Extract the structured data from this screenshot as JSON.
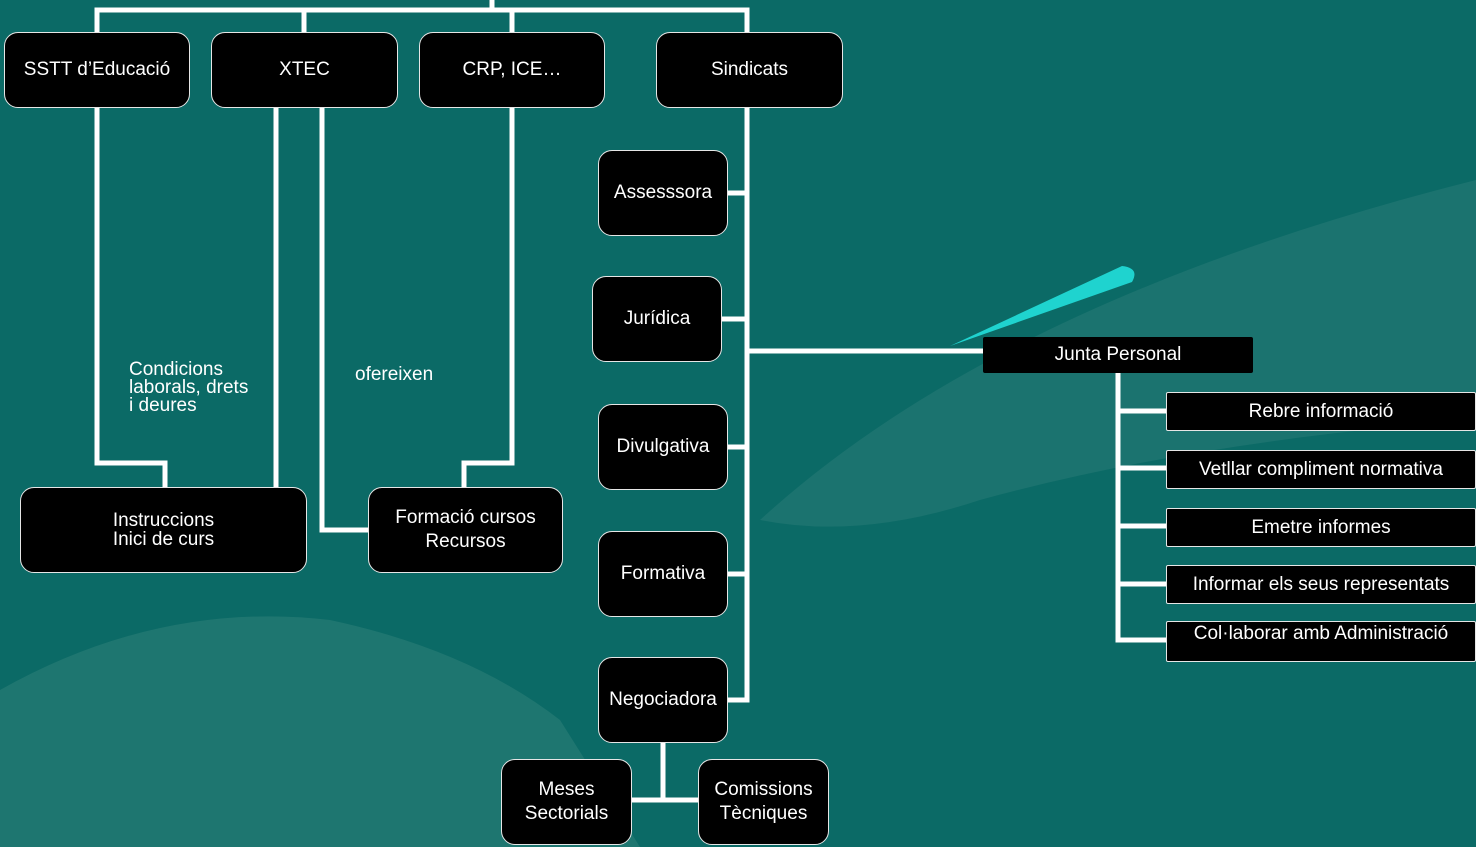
{
  "colors": {
    "background": "#0b6a66",
    "node_fill": "#000000",
    "node_text": "#ffffff",
    "connector": "#ffffff",
    "accent": "#1fd3cf"
  },
  "top_nodes": {
    "sstt": "SSTT d’Educació",
    "xtec": "XTEC",
    "crp": "CRP, ICE…",
    "sindicats": "Sindicats"
  },
  "bottom_nodes": {
    "instruccions": "Instruccions\nInici de curs",
    "formacio": "Formació cursos\nRecursos"
  },
  "labels": {
    "condicions": "Condicions\nlaborals, drets\ni deures",
    "ofereixen": "ofereixen"
  },
  "sindicats_functions": [
    "Assesssora",
    "Jurídica",
    "Divulgativa",
    "Formativa",
    "Negociadora"
  ],
  "negociadora_children": [
    "Meses\nSectorials",
    "Comissions\nTècniques"
  ],
  "junta": {
    "title": "Junta Personal",
    "functions": [
      "Rebre informació",
      "Vetllar compliment normativa",
      "Emetre informes",
      "Informar els seus representats",
      "Col·laborar amb Administració"
    ]
  }
}
